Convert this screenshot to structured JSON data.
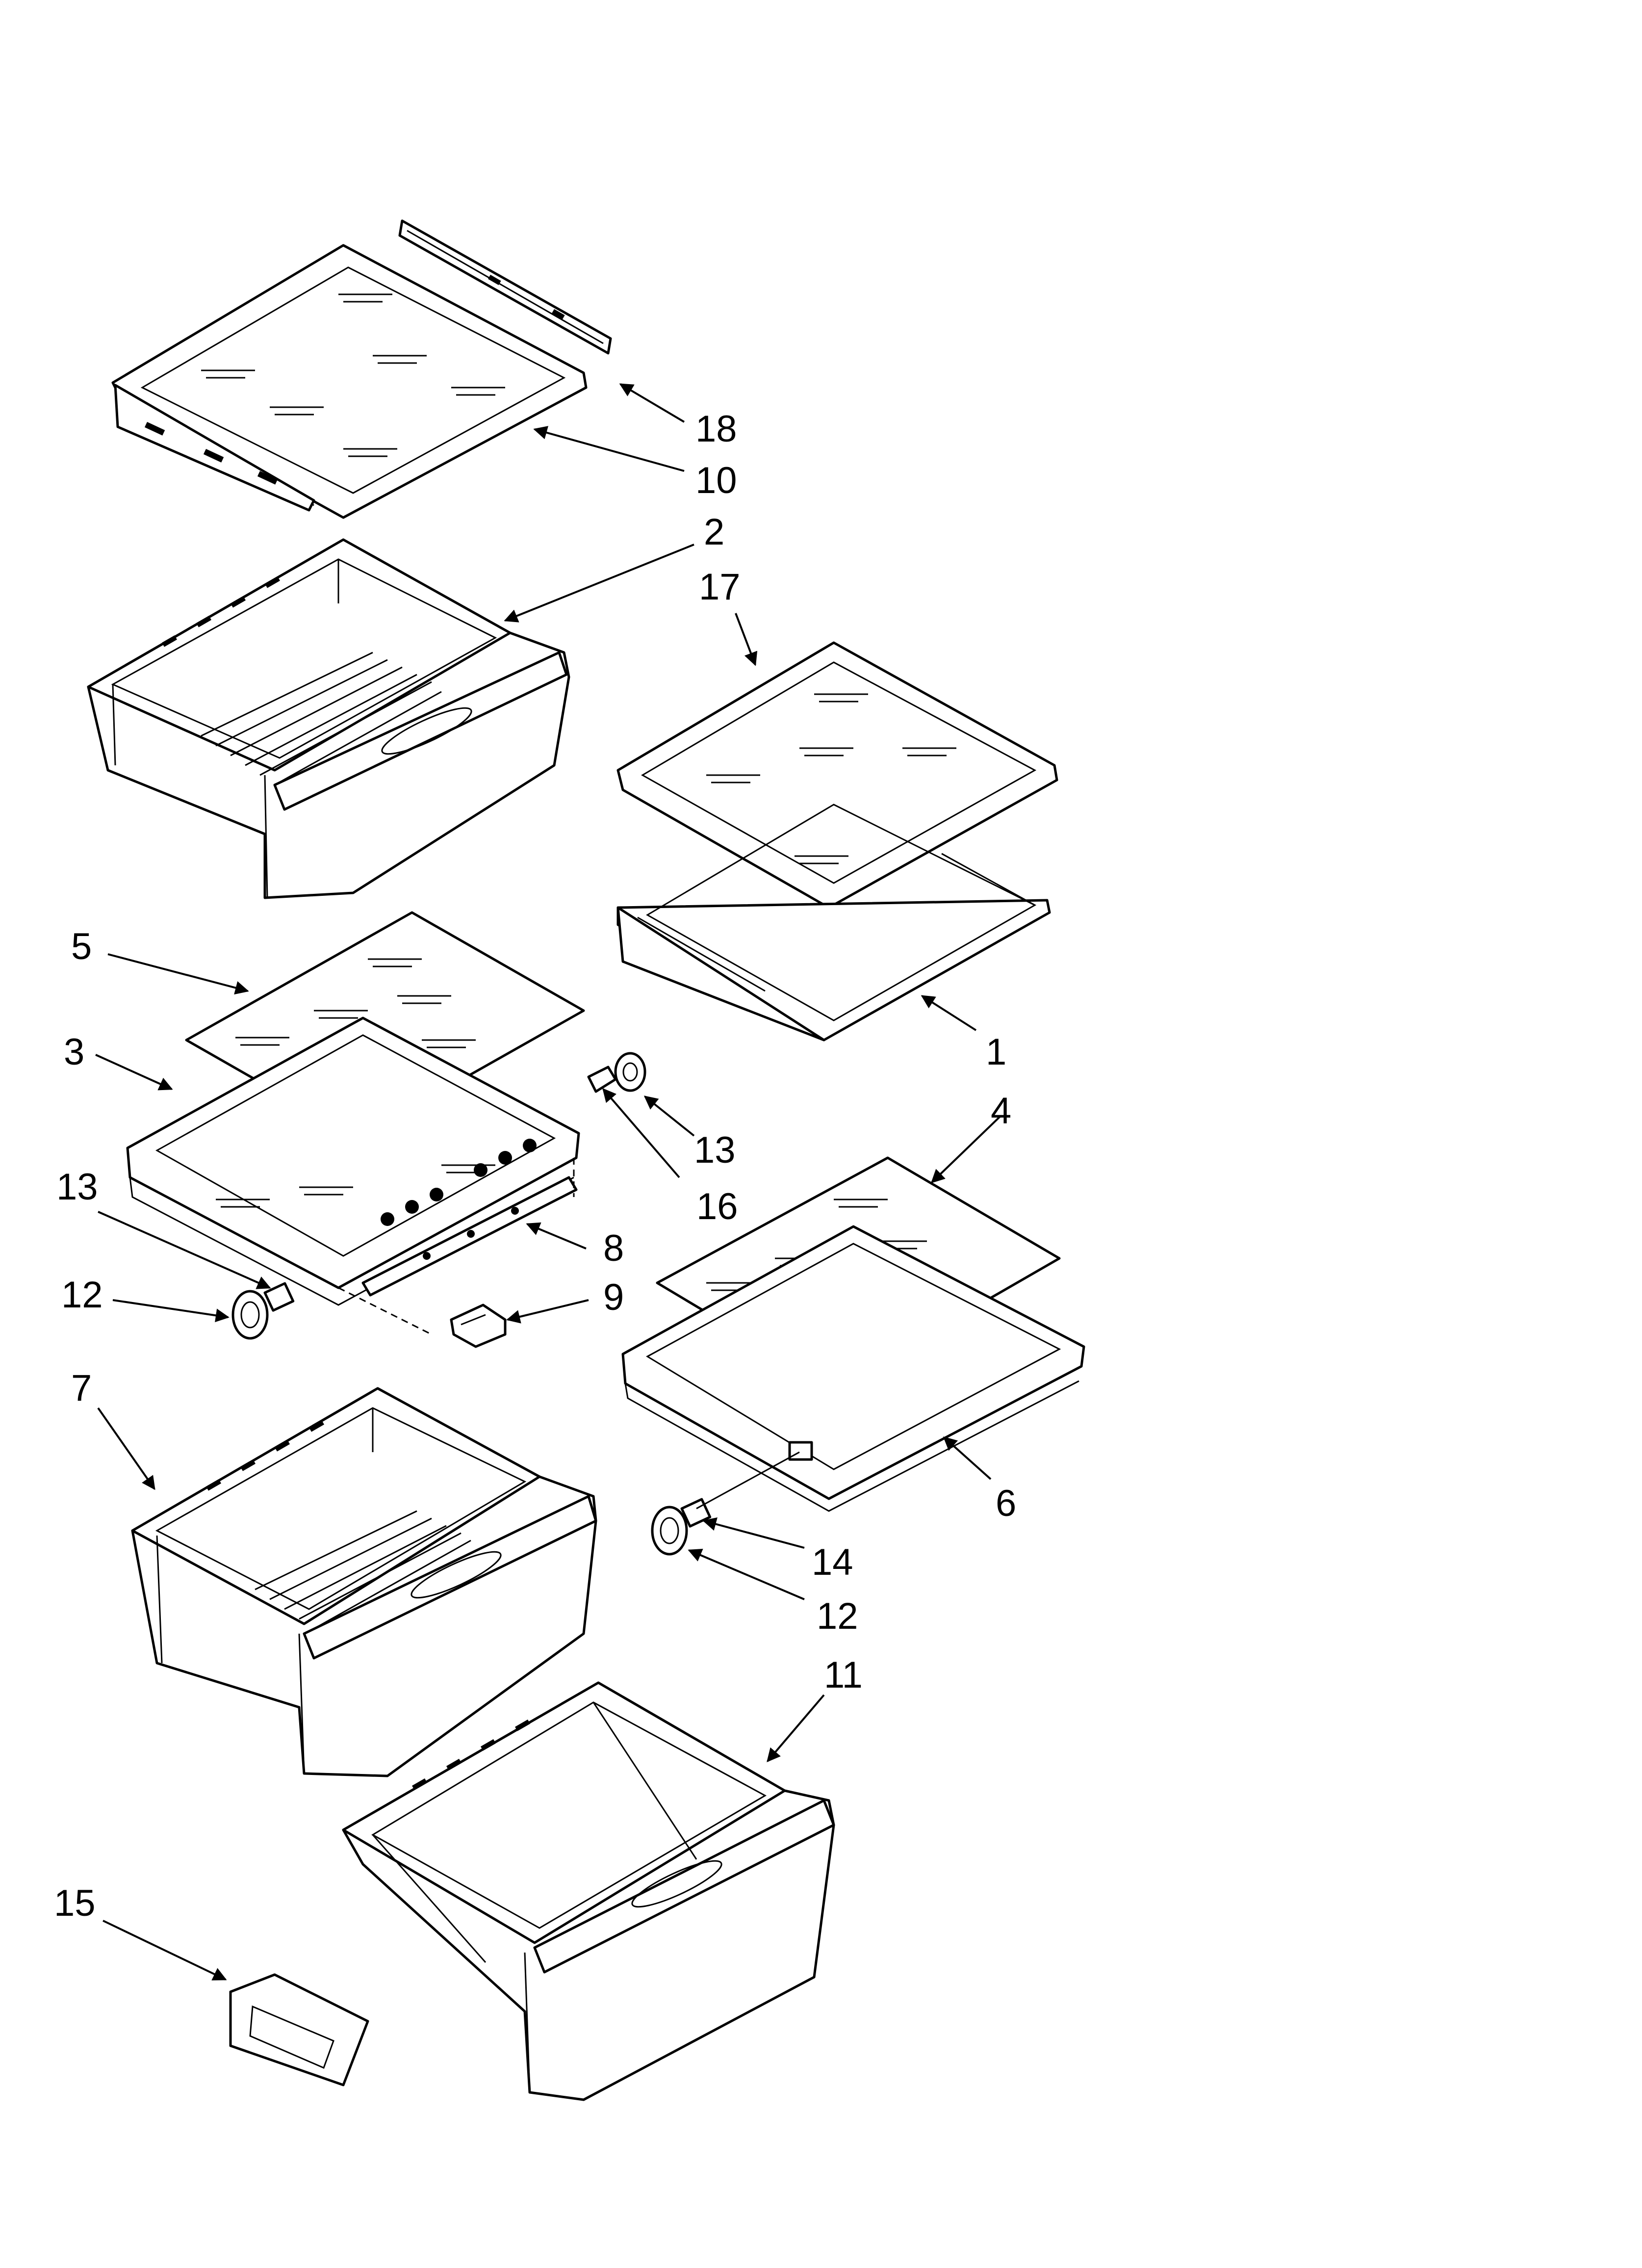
{
  "callouts": [
    {
      "id": "1",
      "text": "1"
    },
    {
      "id": "2",
      "text": "2"
    },
    {
      "id": "3",
      "text": "3"
    },
    {
      "id": "4",
      "text": "4"
    },
    {
      "id": "5",
      "text": "5"
    },
    {
      "id": "6",
      "text": "6"
    },
    {
      "id": "7",
      "text": "7"
    },
    {
      "id": "8",
      "text": "8"
    },
    {
      "id": "9",
      "text": "9"
    },
    {
      "id": "10",
      "text": "10"
    },
    {
      "id": "11",
      "text": "11"
    },
    {
      "id": "12a",
      "text": "12"
    },
    {
      "id": "12b",
      "text": "12"
    },
    {
      "id": "13a",
      "text": "13"
    },
    {
      "id": "13b",
      "text": "13"
    },
    {
      "id": "14",
      "text": "14"
    },
    {
      "id": "15",
      "text": "15"
    },
    {
      "id": "16",
      "text": "16"
    },
    {
      "id": "17",
      "text": "17"
    },
    {
      "id": "18",
      "text": "18"
    }
  ],
  "colors": {
    "line": "#000000",
    "background": "#ffffff"
  }
}
